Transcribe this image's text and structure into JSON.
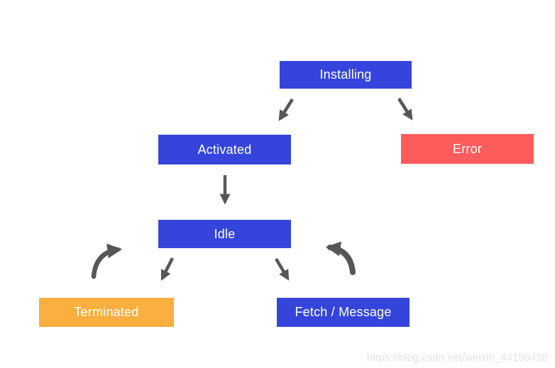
{
  "diagram": {
    "type": "flowchart",
    "nodes": [
      {
        "id": "installing",
        "label": "Installing",
        "color": "#3545db",
        "text_color": "#ffffff"
      },
      {
        "id": "activated",
        "label": "Activated",
        "color": "#3545db",
        "text_color": "#ffffff"
      },
      {
        "id": "error",
        "label": "Error",
        "color": "#fd5c5c",
        "text_color": "#ffffff"
      },
      {
        "id": "idle",
        "label": "Idle",
        "color": "#3545db",
        "text_color": "#ffffff"
      },
      {
        "id": "terminated",
        "label": "Terminated",
        "color": "#fbaf3f",
        "text_color": "#ffffff"
      },
      {
        "id": "fetch_message",
        "label": "Fetch / Message",
        "color": "#3545db",
        "text_color": "#ffffff"
      }
    ],
    "edges": [
      {
        "from": "installing",
        "to": "activated",
        "style": "straight"
      },
      {
        "from": "installing",
        "to": "error",
        "style": "straight"
      },
      {
        "from": "activated",
        "to": "idle",
        "style": "straight"
      },
      {
        "from": "idle",
        "to": "terminated",
        "style": "straight"
      },
      {
        "from": "idle",
        "to": "fetch_message",
        "style": "straight"
      },
      {
        "from": "terminated",
        "to": "idle",
        "style": "curved"
      },
      {
        "from": "fetch_message",
        "to": "idle",
        "style": "curved"
      }
    ],
    "arrow_color": "#575757"
  },
  "watermark": {
    "text": "https://blog.csdn.net/weixin_44156420",
    "color": "#e2e2e2"
  }
}
